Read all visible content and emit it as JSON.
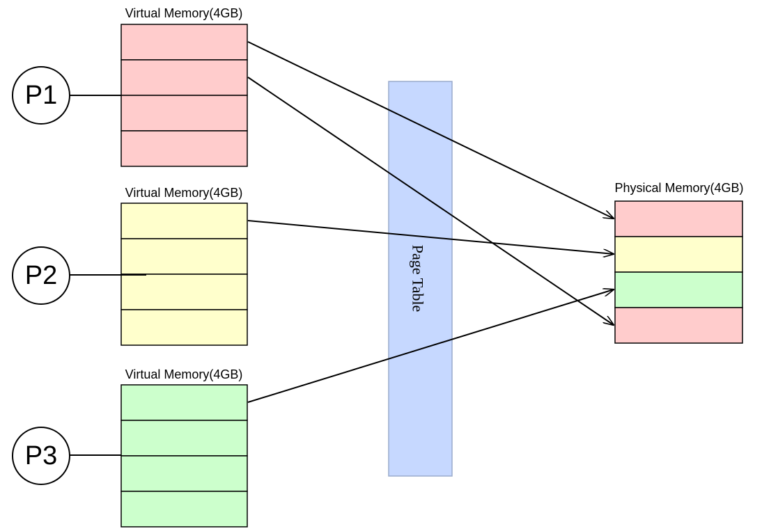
{
  "processes": [
    {
      "label": "P1",
      "memory_label": "Virtual Memory(4GB)",
      "color": "#ffcccc",
      "blocks": 4
    },
    {
      "label": "P2",
      "memory_label": "Virtual Memory(4GB)",
      "color": "#ffffcc",
      "blocks": 4
    },
    {
      "label": "P3",
      "memory_label": "Virtual Memory(4GB)",
      "color": "#ccffcc",
      "blocks": 4
    }
  ],
  "page_table": {
    "label": "Page Table",
    "color": "#c0d4ff",
    "border_color": "#99aacc"
  },
  "physical_memory": {
    "label": "Physical Memory(4GB)",
    "block_colors": [
      "#ffcccc",
      "#ffffcc",
      "#ccffcc",
      "#ffcccc"
    ]
  },
  "mappings": [
    {
      "process": 0,
      "block": 0,
      "physical_block": 0
    },
    {
      "process": 0,
      "block": 1,
      "physical_block": 3
    },
    {
      "process": 1,
      "block": 0,
      "physical_block": 1
    },
    {
      "process": 2,
      "block": 0,
      "physical_block": 2
    }
  ]
}
